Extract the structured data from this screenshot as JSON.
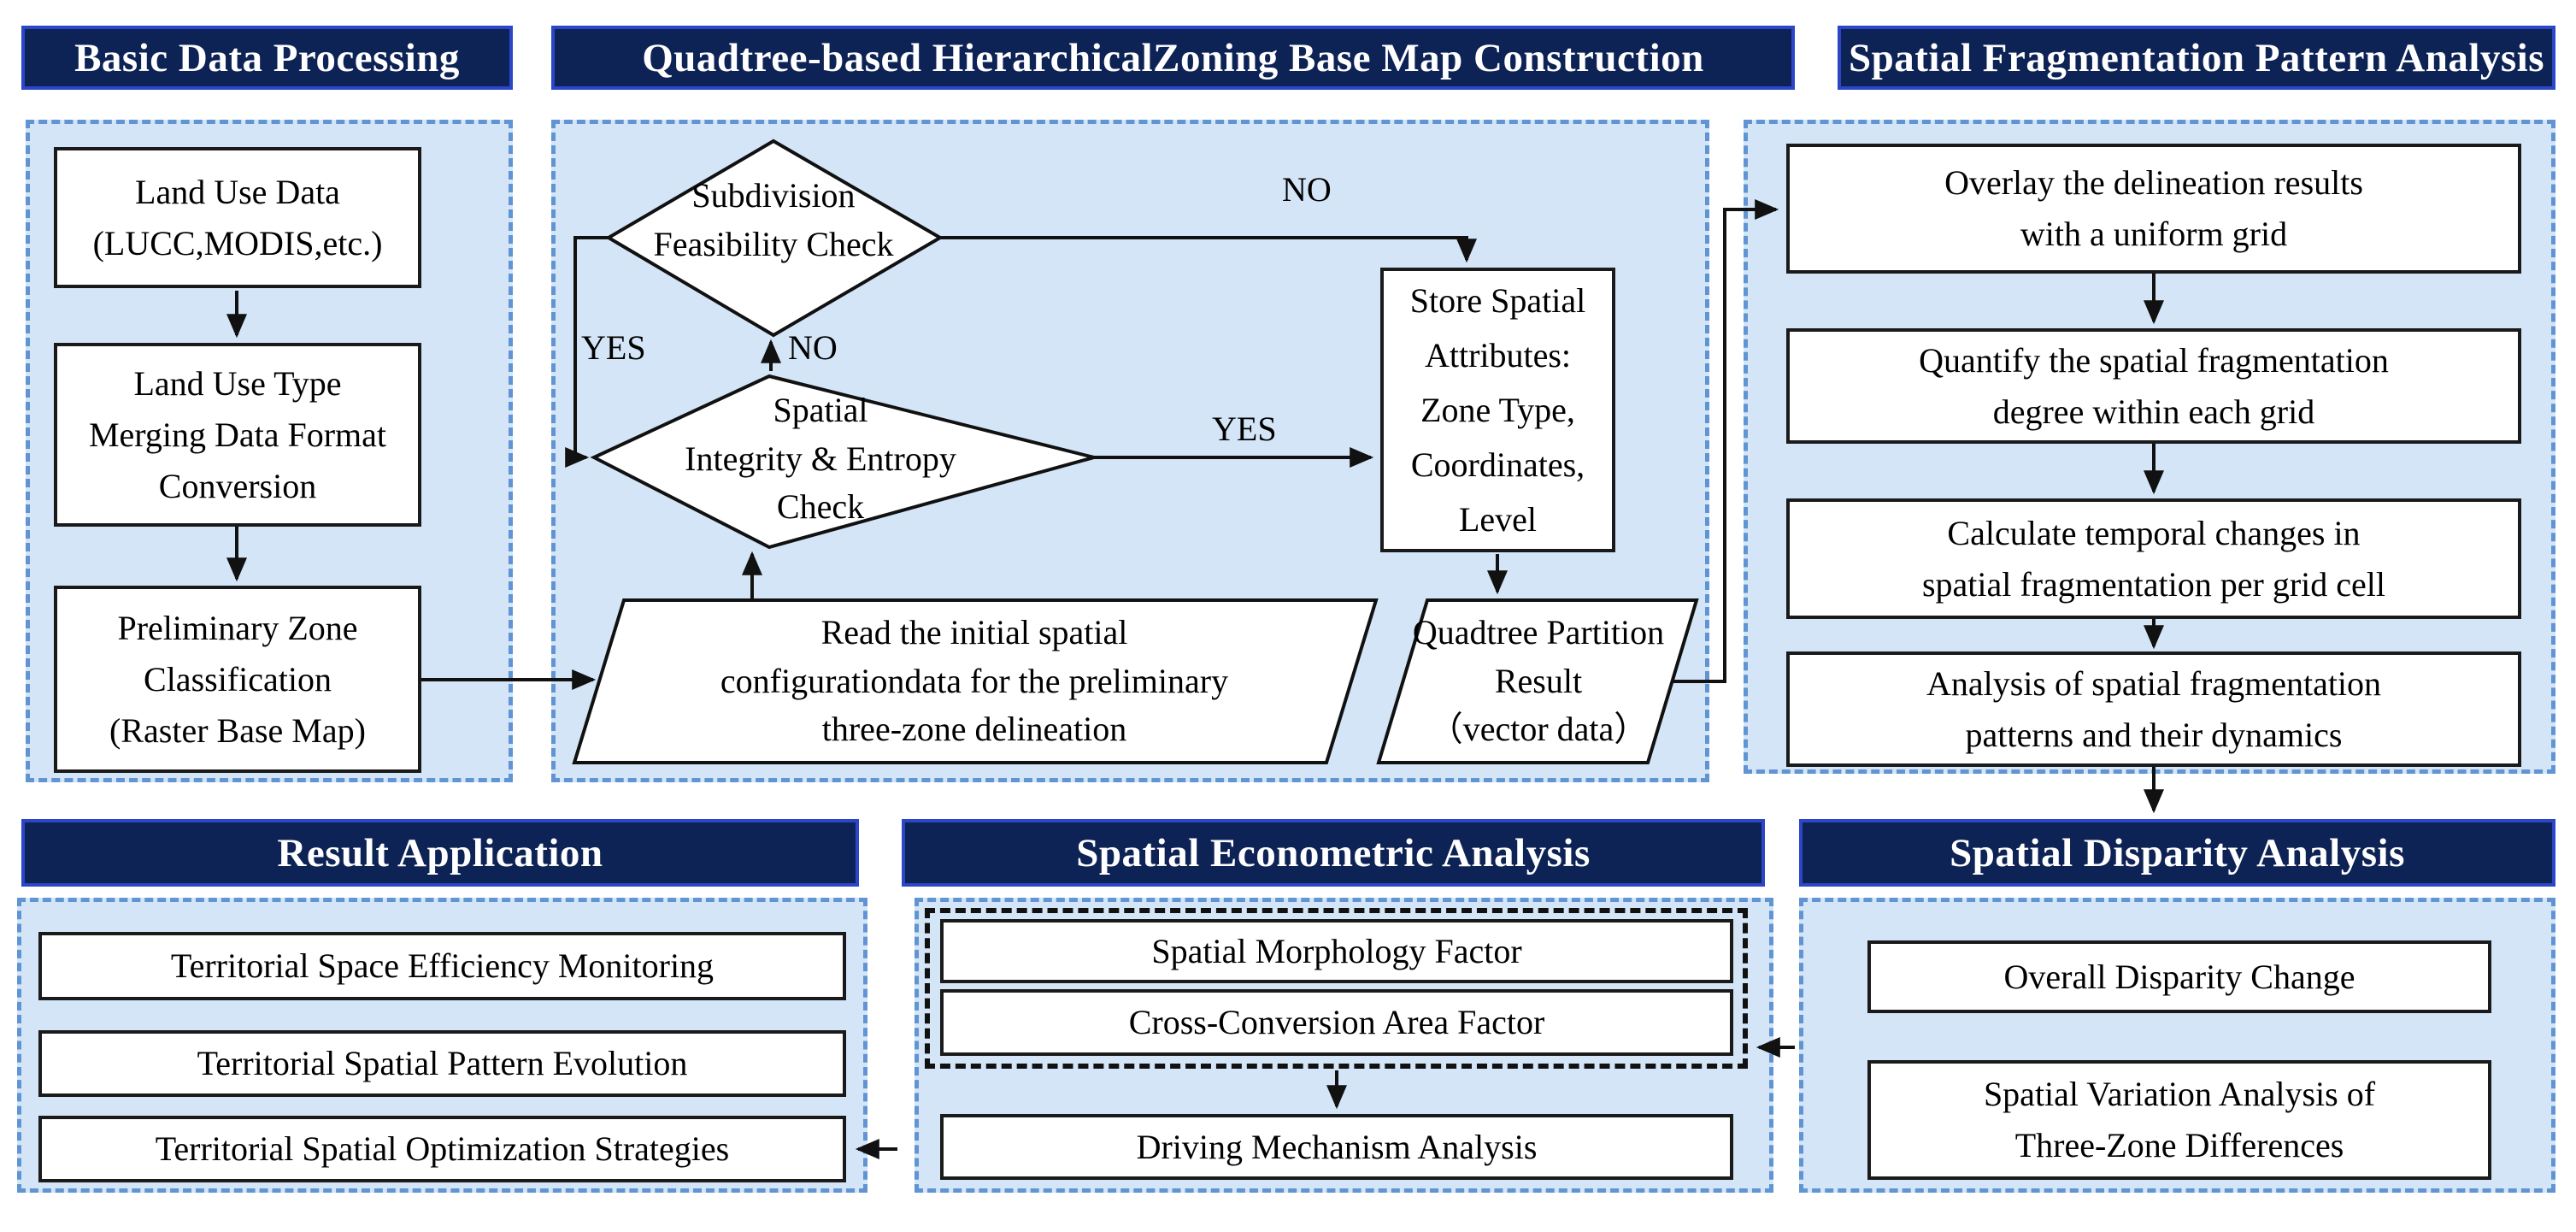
{
  "colors": {
    "header_fill": "#0e2355",
    "header_border": "#2b46c8",
    "header_text": "#ffffff",
    "panel_fill": "#d3e5f7",
    "panel_dash": "#6094d2",
    "box_border": "#1a1a1a",
    "text": "#000000"
  },
  "panels": {
    "basic_data_processing": {
      "title": "Basic Data Processing",
      "boxes": [
        "Land Use Data\n(LUCC,MODIS,etc.)",
        "Land Use Type\nMerging Data Format\nConversion",
        "Preliminary Zone\nClassification\n(Raster Base Map)"
      ]
    },
    "quadtree_construction": {
      "title": "Quadtree-based HierarchicalZoning Base Map Construction",
      "subdivision_diamond": "Subdivision\nFeasibility Check",
      "integrity_diamond": "Spatial\nIntegrity & Entropy\nCheck",
      "store_box": "Store Spatial\nAttributes:\nZone Type,\nCoordinates,\nLevel",
      "read_parallelogram": "Read the initial spatial\nconfigurationdata for the preliminary\nthree-zone delineation",
      "partition_parallelogram": "Quadtree Partition\nResult\n（vector data）",
      "labels": {
        "yes_loop": "YES",
        "no_loop": "NO",
        "no_branch": "NO",
        "yes_branch": "YES"
      }
    },
    "fragmentation_analysis": {
      "title": "Spatial Fragmentation Pattern Analysis",
      "boxes": [
        "Overlay the delineation results\nwith a uniform grid",
        "Quantify the spatial fragmentation\ndegree within each grid",
        "Calculate temporal changes in\nspatial fragmentation per grid cell",
        "Analysis of spatial fragmentation\npatterns and their dynamics"
      ]
    },
    "result_application": {
      "title": "Result Application",
      "boxes": [
        "Territorial Space Efficiency Monitoring",
        "Territorial Spatial Pattern Evolution",
        "Territorial Spatial Optimization Strategies"
      ]
    },
    "econometric_analysis": {
      "title": "Spatial Econometric Analysis",
      "factor_boxes": [
        "Spatial Morphology Factor",
        "Cross-Conversion Area Factor"
      ],
      "driving_box": "Driving Mechanism Analysis"
    },
    "disparity_analysis": {
      "title": "Spatial Disparity Analysis",
      "boxes": [
        "Overall Disparity Change",
        "Spatial Variation Analysis of\nThree-Zone Differences"
      ]
    }
  }
}
